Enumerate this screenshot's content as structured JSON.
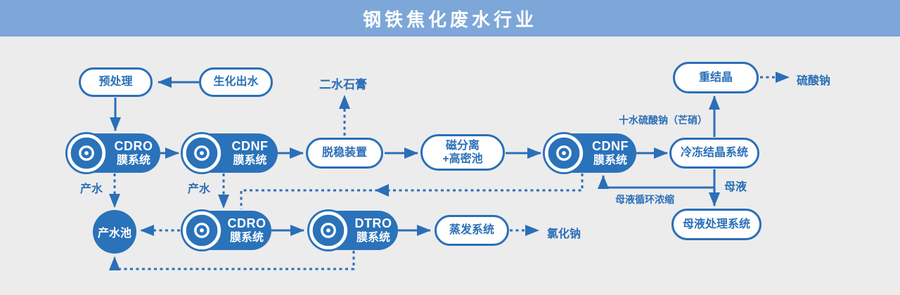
{
  "banner": {
    "title": "钢铁焦化废水行业",
    "bg_color": "#7da7d8"
  },
  "colors": {
    "accent": "#2a6fb8",
    "node_fill": "#2a72ba",
    "background": "#ececec",
    "text_on_blue": "#ffffff"
  },
  "icons": {
    "membrane_disc": "membrane-disc-icon"
  },
  "nodes": {
    "pretreatment": {
      "label": "预处理"
    },
    "bio_effluent": {
      "label": "生化出水"
    },
    "cdro1": {
      "line1": "CDRO",
      "line2": "膜系统"
    },
    "cdnf1": {
      "line1": "CDNF",
      "line2": "膜系统"
    },
    "destabilizer": {
      "label": "脱稳装置"
    },
    "magnetic_separation": {
      "line1": "磁分离",
      "line2": "+高密池"
    },
    "cdnf2": {
      "line1": "CDNF",
      "line2": "膜系统"
    },
    "freeze_crystallization": {
      "label": "冷冻结晶系统"
    },
    "recrystallization": {
      "label": "重结晶"
    },
    "mother_liquor_treatment": {
      "label": "母液处理系统"
    },
    "product_water_pool": {
      "label": "产水池"
    },
    "cdro2": {
      "line1": "CDRO",
      "line2": "膜系统"
    },
    "dtro": {
      "line1": "DTRO",
      "line2": "膜系统"
    },
    "evaporation": {
      "label": "蒸发系统"
    }
  },
  "labels": {
    "gypsum": "二水石膏",
    "sodium_sulfate": "硫酸钠",
    "glauber_salt": "十水硫酸钠（芒硝）",
    "mother_liquor": "母液",
    "mother_liquor_recycle": "母液循环浓缩",
    "product_water_1": "产水",
    "product_water_2": "产水",
    "sodium_chloride": "氯化钠"
  }
}
